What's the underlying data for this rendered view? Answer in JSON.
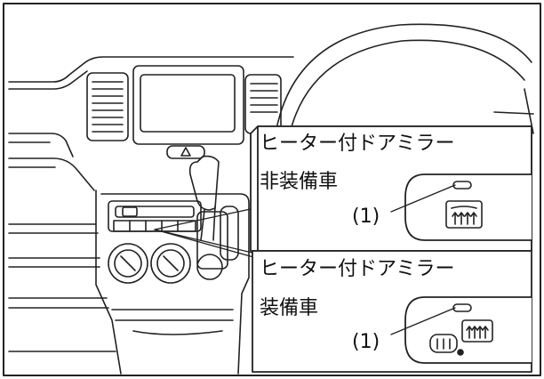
{
  "callouts": [
    {
      "title": "ヒーター付ドアミラー",
      "subtitle": "非装備車",
      "marker": "(1)",
      "switch_icon": "rear-defogger-icon"
    },
    {
      "title": "ヒーター付ドアミラー",
      "subtitle": "装備車",
      "marker": "(1)",
      "switch_icon": "rear-defogger-and-mirror-heater-icon"
    }
  ]
}
